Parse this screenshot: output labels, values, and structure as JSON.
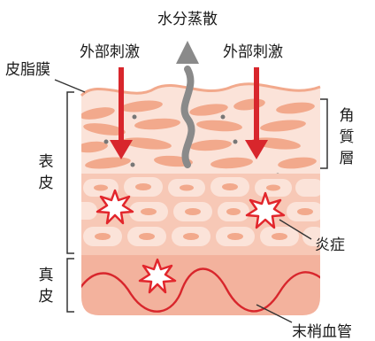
{
  "labels": {
    "evaporation": "水分蒸散",
    "stimulus_left": "外部刺激",
    "stimulus_right": "外部刺激",
    "sebum": "皮脂膜",
    "stratum_corneum": [
      "角",
      "質",
      "層"
    ],
    "epidermis": [
      "表",
      "皮"
    ],
    "dermis": [
      "真",
      "皮"
    ],
    "inflammation": "炎症",
    "capillaries": "末梢血管"
  },
  "colors": {
    "skin_light": "#fbe3d9",
    "skin_cell": "#f2a98c",
    "skin_mid": "#f7c8b6",
    "dermis": "#f3b29d",
    "stimulus_arrow": "#d8262c",
    "vapor_arrow": "#8a8a8a",
    "vessel": "#d8262c",
    "burst_red": "#e2262c"
  }
}
